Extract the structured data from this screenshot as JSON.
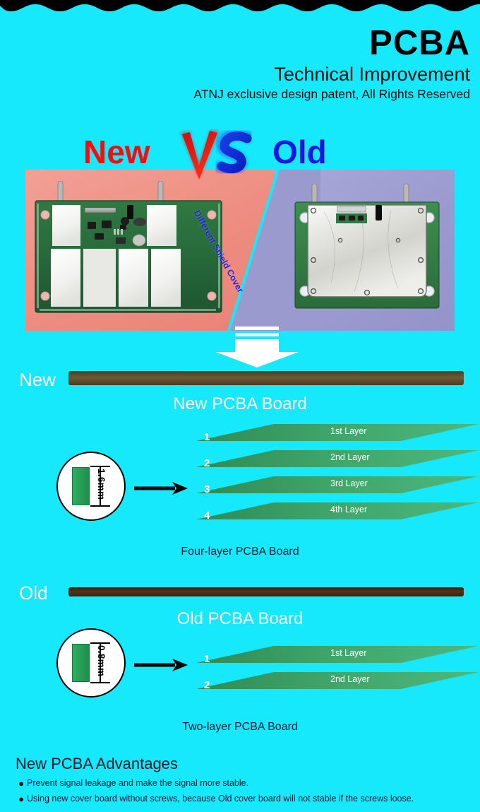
{
  "header": {
    "title": "PCBA",
    "subtitle": "Technical Improvement",
    "tagline": "ATNJ exclusive design patent, All Rights Reserved"
  },
  "comparison": {
    "new_label": "New",
    "old_label": "Old",
    "vs_label": "VS",
    "diagonal_note": "Different Shield Cover",
    "new_color": "#FF0A0A",
    "old_color": "#1417E8",
    "left_bg": "#EE8C80",
    "right_bg": "#9B9ACF"
  },
  "new_section": {
    "bar_label": "New",
    "board_title": "New PCBA Board",
    "board_caption": "Four-layer PCBA Board",
    "thickness": "1.6mm",
    "layers": [
      {
        "num": "1",
        "label": "1st Layer"
      },
      {
        "num": "2",
        "label": "2nd Layer"
      },
      {
        "num": "3",
        "label": "3rd Layer"
      },
      {
        "num": "4",
        "label": "4th Layer"
      }
    ]
  },
  "old_section": {
    "bar_label": "Old",
    "board_title": "Old PCBA Board",
    "board_caption": "Two-layer PCBA Board",
    "thickness": "0.8mm",
    "layers": [
      {
        "num": "1",
        "label": "1st Layer"
      },
      {
        "num": "2",
        "label": "2nd Layer"
      }
    ]
  },
  "advantages": {
    "title": "New PCBA Advantages",
    "bullet": "●",
    "items": [
      "Prevent signal leakage and make the signal more stable.",
      "Using new cover board without screws, because Old cover board will not stable if the screws loose."
    ]
  },
  "theme": {
    "background": "#15E9FB",
    "layer_green_dark": "#3C9E63",
    "layer_green_light": "#49B277",
    "new_bar": "#5A4A2A",
    "old_bar": "#4B2711"
  }
}
